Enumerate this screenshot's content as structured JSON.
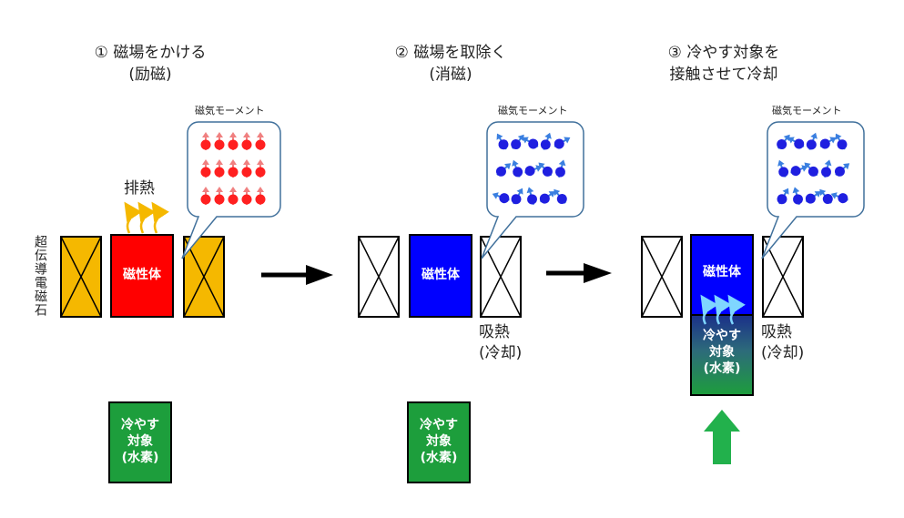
{
  "steps": [
    {
      "num": "①",
      "line1": "磁場をかける",
      "line2": "(励磁)"
    },
    {
      "num": "②",
      "line1": "磁場を取除く",
      "line2": "(消磁)"
    },
    {
      "num": "③",
      "line1": "冷やす対象を",
      "line2": "接触させて冷却"
    }
  ],
  "labels": {
    "magnetic_moment": "磁気モーメント",
    "magnetic_body": "磁性体",
    "heat_exhaust": "排熱",
    "heat_absorb": "吸熱",
    "cooling": "(冷却)",
    "superconducting_magnet": "超伝導電磁石",
    "target_line1": "冷やす",
    "target_line2": "対象",
    "target_line3": "(水素)"
  },
  "colors": {
    "magnet_on": "#f5b800",
    "magnet_off": "#ffffff",
    "body_hot": "#ff0000",
    "body_cold": "#0000ff",
    "target": "#1d9e3c",
    "arrow_up": "#22b14c"
  }
}
